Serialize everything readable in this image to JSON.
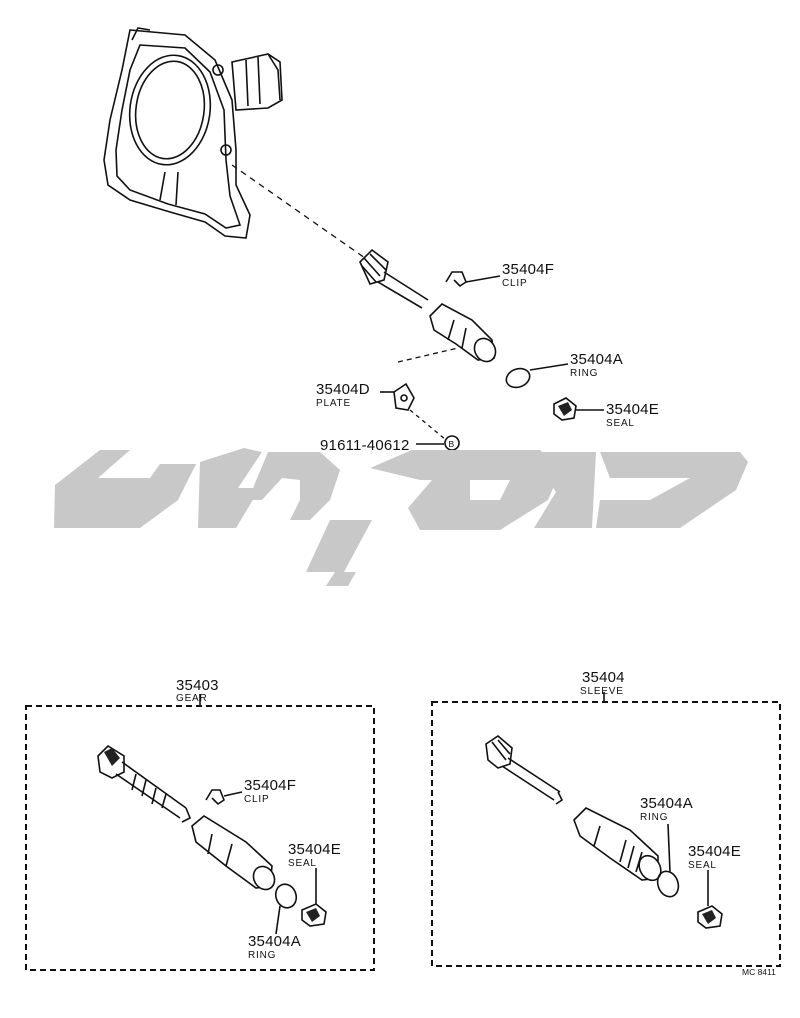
{
  "watermark_text": "",
  "main": {
    "callouts": [
      {
        "part_no": "35404F",
        "name": "CLIP"
      },
      {
        "part_no": "35404A",
        "name": "RING"
      },
      {
        "part_no": "35404D",
        "name": "PLATE"
      },
      {
        "part_no": "35404E",
        "name": "SEAL"
      },
      {
        "part_no": "91611-40612",
        "badge": "B"
      }
    ]
  },
  "gear_box": {
    "part_no": "35403",
    "name": "GEAR",
    "callouts": [
      {
        "part_no": "35404F",
        "name": "CLIP"
      },
      {
        "part_no": "35404E",
        "name": "SEAL"
      },
      {
        "part_no": "35404A",
        "name": "RING"
      }
    ]
  },
  "sleeve_box": {
    "part_no": "35404",
    "name": "SLEEVE",
    "callouts": [
      {
        "part_no": "35404A",
        "name": "RING"
      },
      {
        "part_no": "35404E",
        "name": "SEAL"
      }
    ]
  },
  "footer_code": "MC 8411"
}
